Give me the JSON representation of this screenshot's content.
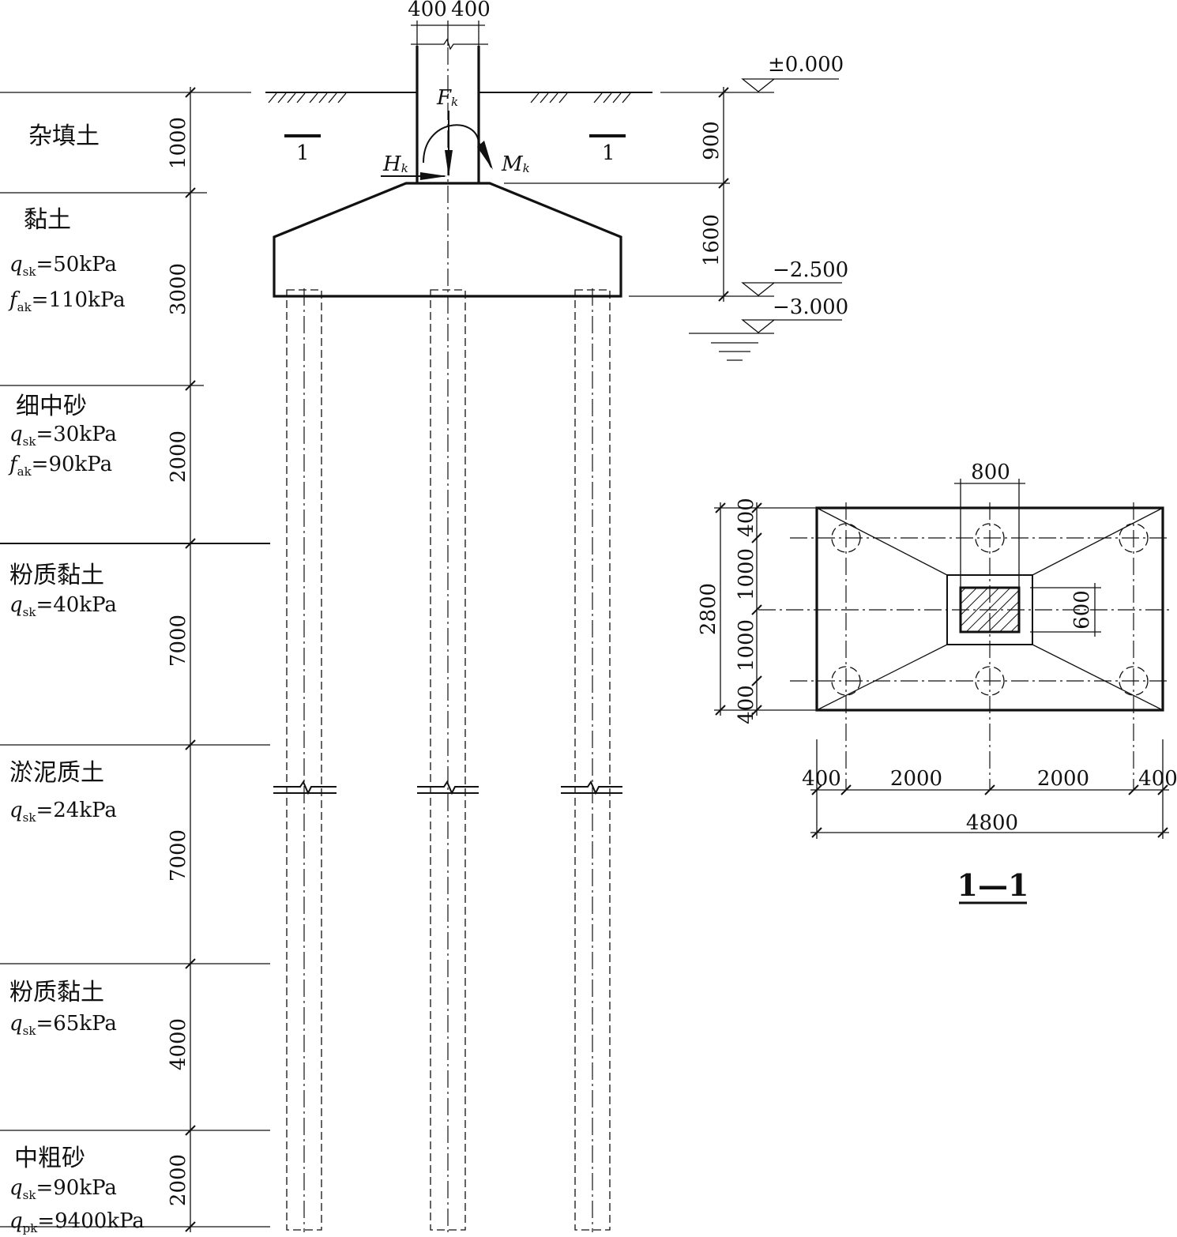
{
  "layers": [
    {
      "name": "杂填土",
      "thickness": "1000",
      "params": []
    },
    {
      "name": "黏土",
      "thickness": "3000",
      "params": [
        {
          "sym": "q",
          "sub": "sk",
          "val": "=50kPa"
        },
        {
          "sym": "f",
          "sub": "ak",
          "val": "=110kPa"
        }
      ]
    },
    {
      "name": "细中砂",
      "thickness": "2000",
      "params": [
        {
          "sym": "q",
          "sub": "sk",
          "val": "=30kPa"
        },
        {
          "sym": "f",
          "sub": "ak",
          "val": "=90kPa"
        }
      ]
    },
    {
      "name": "粉质黏土",
      "thickness": "7000",
      "params": [
        {
          "sym": "q",
          "sub": "sk",
          "val": "=40kPa"
        }
      ]
    },
    {
      "name": "淤泥质土",
      "thickness": "7000",
      "params": [
        {
          "sym": "q",
          "sub": "sk",
          "val": "=24kPa"
        }
      ]
    },
    {
      "name": "粉质黏土",
      "thickness": "4000",
      "params": [
        {
          "sym": "q",
          "sub": "sk",
          "val": "=65kPa"
        }
      ]
    },
    {
      "name": "中粗砂",
      "thickness": "2000",
      "params": [
        {
          "sym": "q",
          "sub": "sk",
          "val": "=90kPa"
        },
        {
          "sym": "q",
          "sub": "pk",
          "val": "=9400kPa"
        }
      ]
    }
  ],
  "column": {
    "half_widths": [
      "400",
      "400"
    ]
  },
  "loads": {
    "F": {
      "sym": "F",
      "sub": "k"
    },
    "H": {
      "sym": "H",
      "sub": "k"
    },
    "M": {
      "sym": "M",
      "sub": "k"
    }
  },
  "section_mark": "1",
  "elevations": {
    "ground": "±0.000",
    "cap_bottom": "−2.500",
    "water_table": "−3.000"
  },
  "cap_dims": {
    "embed": "900",
    "cap_height": "1600"
  },
  "plan": {
    "title": "1—1",
    "col_width": "800",
    "col_depth": "600",
    "height_total": "2800",
    "height_parts": [
      "400",
      "1000",
      "1000",
      "400"
    ],
    "width_parts": [
      "400",
      "2000",
      "2000",
      "400"
    ],
    "width_total": "4800"
  }
}
